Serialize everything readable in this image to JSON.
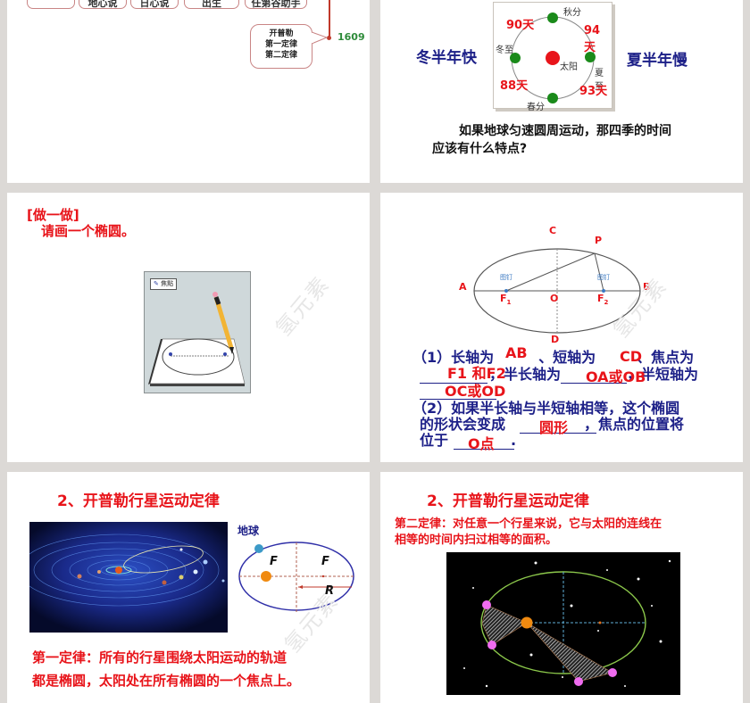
{
  "slide1": {
    "timeline_boxes": [
      "",
      "地心说",
      "日心说",
      "出生",
      "任第谷助手"
    ],
    "callout_lines": [
      "开普勒",
      "第一定律",
      "第二定律"
    ],
    "year": "1609"
  },
  "slide2": {
    "left_label": "冬半年快",
    "right_label": "夏半年慢",
    "diagram": {
      "sun_label": "太阳",
      "points": {
        "top": "秋分",
        "left": "冬至",
        "right": "夏至",
        "bottom": "春分"
      },
      "durations": {
        "top_left": "90天",
        "top_right": "94天",
        "bottom_left": "88天",
        "bottom_right": "93天"
      }
    },
    "question_line1": "如果地球匀速圆周运动，那四季的时间",
    "question_line2": "应该有什么特点?"
  },
  "slide3": {
    "heading": "[做一做]",
    "instruction": "请画一个椭圆。",
    "legend_label": "焦點",
    "watermark": "氢元素"
  },
  "slide4": {
    "points": {
      "A": "A",
      "B": "B",
      "C": "C",
      "D": "D",
      "P": "P",
      "O": "O",
      "F1": "F",
      "F1_sub": "1",
      "F2": "F",
      "F2_sub": "2"
    },
    "pin_label": "图钉",
    "q1_part1": "（1）长轴为",
    "q1_part2": "、短轴为",
    "q1_part3": "、焦点为",
    "q1_part4": "，半长轴为",
    "q1_part5": "，半短轴为",
    "q2_line1": "（2）如果半长轴与半短轴相等，这个椭圆",
    "q2_line2_a": "的形状会变成",
    "q2_line2_b": "，焦点的位置将",
    "q2_line3_a": "位于",
    "q2_line3_b": ".",
    "answers": {
      "long_axis": "AB",
      "short_axis": "CD",
      "foci": "F1 和F2",
      "semi_major": "OA或OB",
      "semi_minor": "OC或OD",
      "shape": "圆形",
      "focus_position": "O点"
    },
    "watermark": "氢元素"
  },
  "slide5": {
    "title": "2、开普勒行星运动定律",
    "earth_label": "地球",
    "focus_label": "F",
    "radius_label": "R",
    "law_line1": "第一定律：所有的行星围绕太阳运动的轨道",
    "law_line2": "都是椭圆，太阳处在所有椭圆的一个焦点上。",
    "watermark": "氢元素"
  },
  "slide6": {
    "title": "2、开普勒行星运动定律",
    "law_line1": "第二定律：对任意一个行星来说，它与太阳的连线在",
    "law_line2": "相等的时间内扫过相等的面积。"
  },
  "colors": {
    "accent_red": "#e8141a",
    "navy": "#1d2088",
    "green": "#2e8b3a",
    "gap": "#dcd9d6"
  }
}
